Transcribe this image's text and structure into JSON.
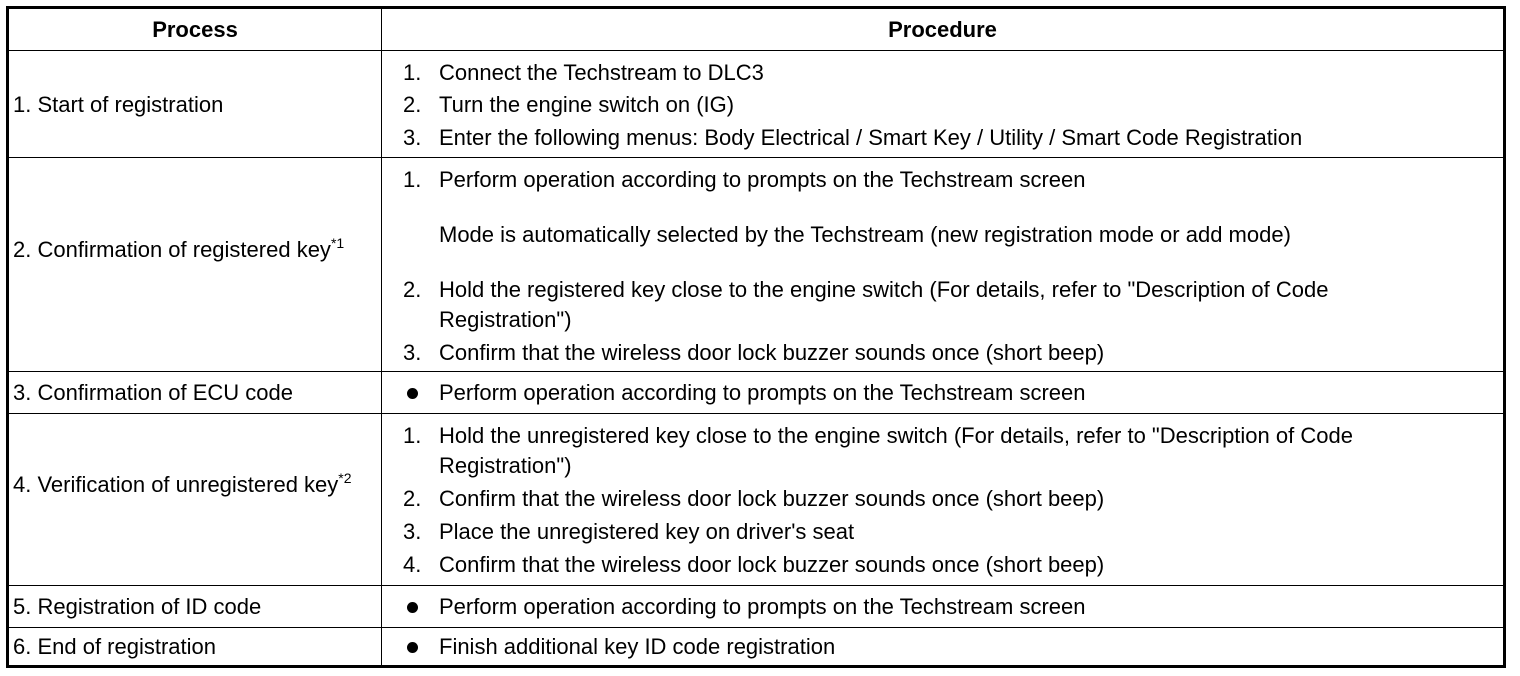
{
  "header": {
    "process": "Process",
    "procedure": "Procedure"
  },
  "rows": [
    {
      "process": "1. Start of registration",
      "steps": [
        "Connect the Techstream to DLC3",
        "Turn the engine switch on (IG)",
        "Enter the following menus: Body Electrical / Smart Key / Utility / Smart Code Registration"
      ]
    },
    {
      "process": "2. Confirmation of registered key",
      "process_sup": "*1",
      "steps": [
        "Perform operation according to prompts on the Techstream screen",
        "Mode is automatically selected by the Techstream (new registration mode or add mode)",
        "Hold the registered key close to the engine switch (For details, refer to \"Description of Code",
        "Registration\")",
        "Confirm that the wireless door lock buzzer sounds once (short beep)"
      ]
    },
    {
      "process": "3. Confirmation of ECU code",
      "steps": [
        "Perform operation according to prompts on the Techstream screen"
      ]
    },
    {
      "process": "4. Verification of unregistered key",
      "process_sup": "*2",
      "steps": [
        "Hold the unregistered key close to the engine switch (For details, refer to \"Description of Code",
        "Registration\")",
        "Confirm that the wireless door lock buzzer sounds once (short beep)",
        "Place the unregistered key on driver's seat",
        "Confirm that the wireless door lock buzzer sounds once (short beep)"
      ]
    },
    {
      "process": "5. Registration of ID code",
      "steps": [
        "Perform operation according to prompts on the Techstream screen"
      ]
    },
    {
      "process": "6. End of registration",
      "steps": [
        "Finish additional key ID code registration"
      ]
    }
  ],
  "numbers": [
    "1.",
    "2.",
    "3.",
    "4."
  ]
}
